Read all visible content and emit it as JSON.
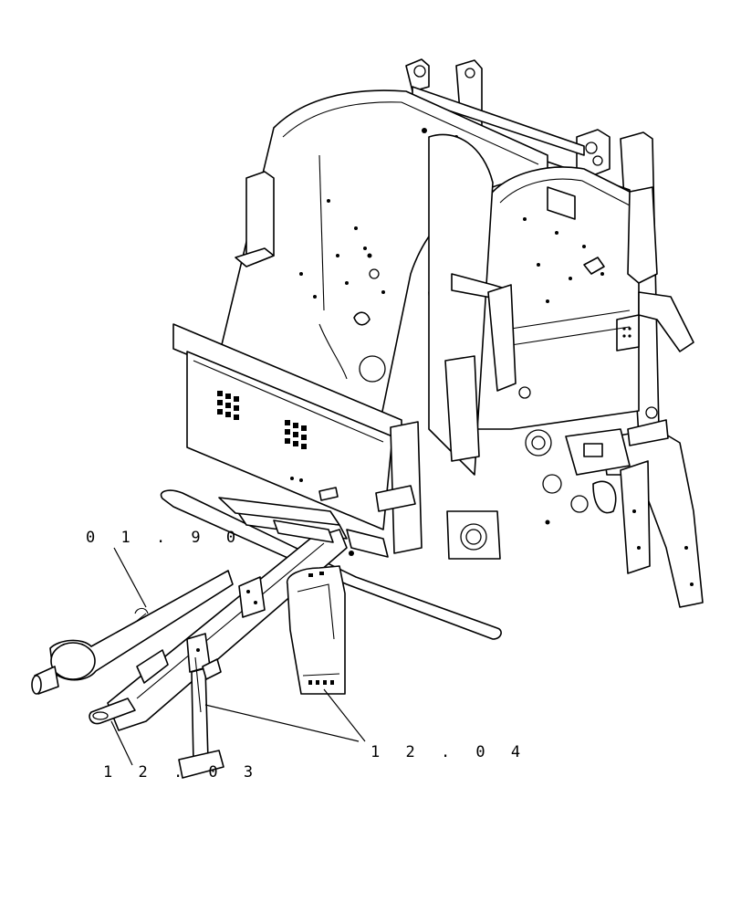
{
  "diagram": {
    "callouts": [
      {
        "id": "callout-01-90",
        "label": "0 1 . 9 0"
      },
      {
        "id": "callout-12-04",
        "label": "1 2 . 0 4"
      },
      {
        "id": "callout-12-03",
        "label": "1 2 . 0 3"
      }
    ]
  }
}
